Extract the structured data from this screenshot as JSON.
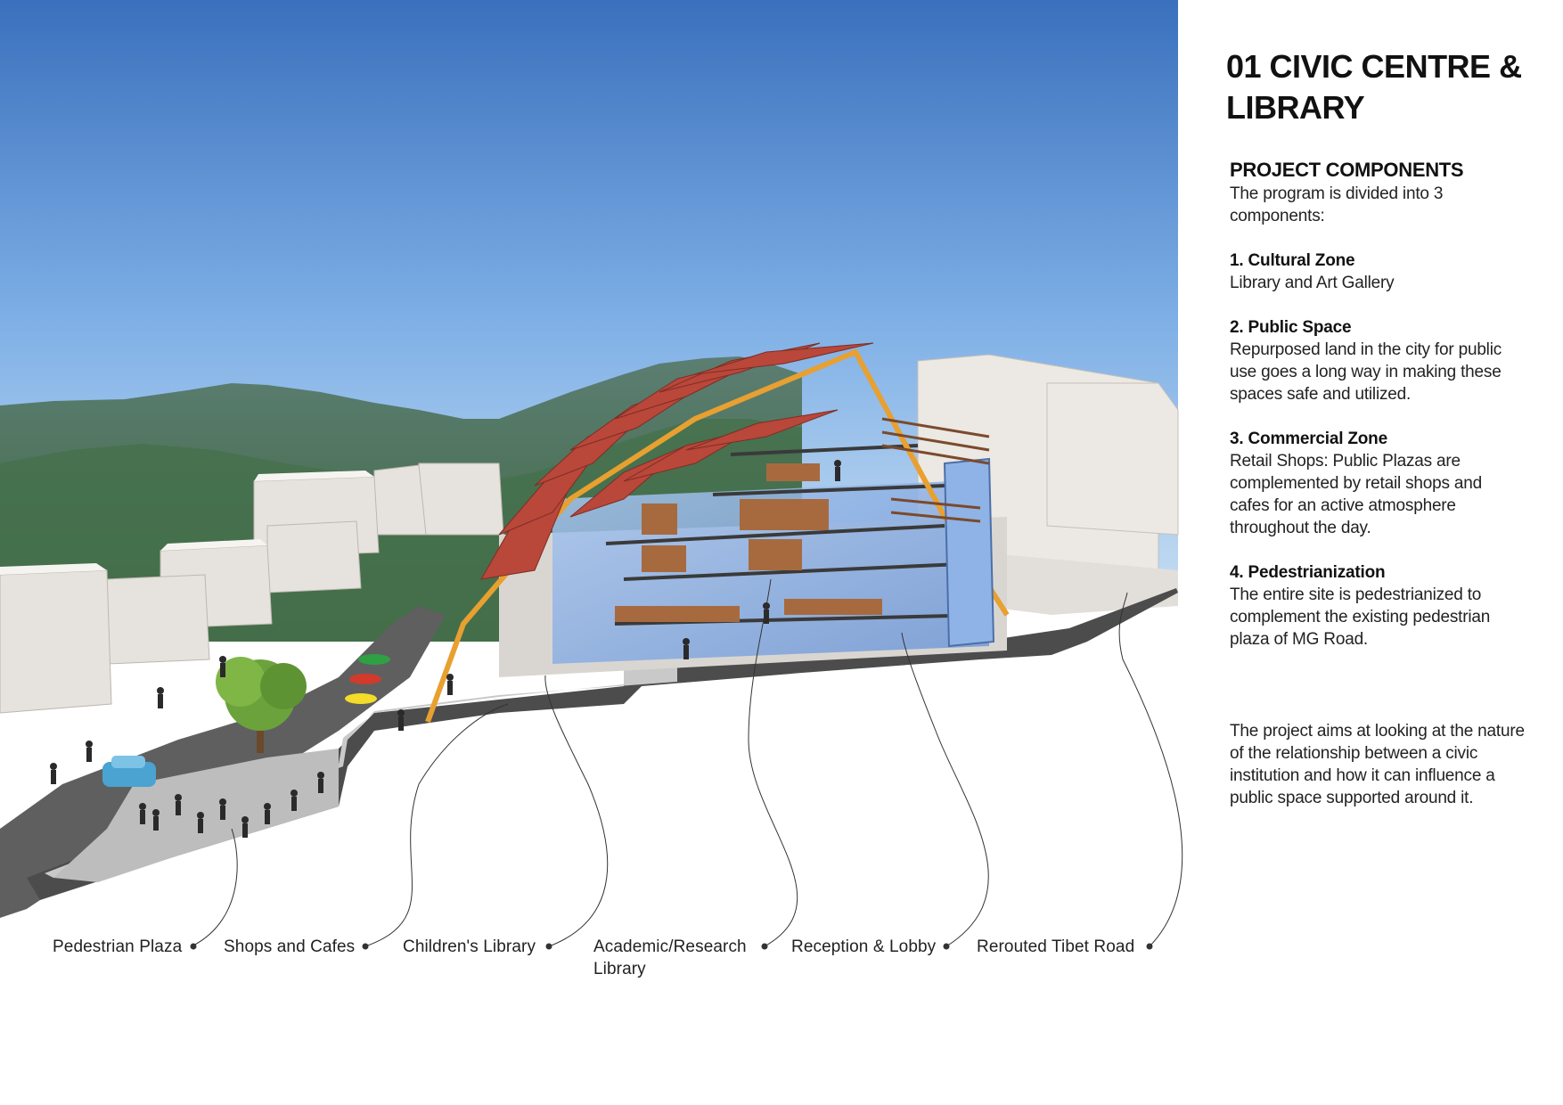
{
  "title": "01 CIVIC CENTRE & LIBRARY",
  "project_components": {
    "heading": "PROJECT COMPONENTS",
    "intro": "The program is divided into 3 components:",
    "items": [
      {
        "title": "1. Cultural Zone",
        "description": "Library and Art Gallery"
      },
      {
        "title": "2. Public Space",
        "description": "Repurposed land in the city for public use goes a long way in making these spaces safe and utilized."
      },
      {
        "title": "3. Commercial Zone",
        "description": "Retail Shops: Public Plazas are complemented by retail shops and cafes for an active atmosphere throughout the day."
      },
      {
        "title": "4. Pedestrianization",
        "description": "The entire site is pedestrianized to complement the existing pedestrian plaza of MG Road."
      }
    ]
  },
  "closing_text": "The project aims at looking at the nature of the relationship between a civic institution and how it can influence a public space supported around it.",
  "callouts": [
    {
      "label": "Pedestrian Plaza"
    },
    {
      "label": "Shops and Cafes"
    },
    {
      "label": "Children's Library"
    },
    {
      "label": "Academic/Research Library"
    },
    {
      "label": "Reception & Lobby"
    },
    {
      "label": "Rerouted Tibet Road"
    }
  ],
  "colors": {
    "sky_top": "#3d74c0",
    "sky_bottom": "#b9d3ee",
    "roof": "#b9473a",
    "truss": "#e8a030",
    "ground": "#bdbdbd",
    "road": "#5d5d5d"
  }
}
